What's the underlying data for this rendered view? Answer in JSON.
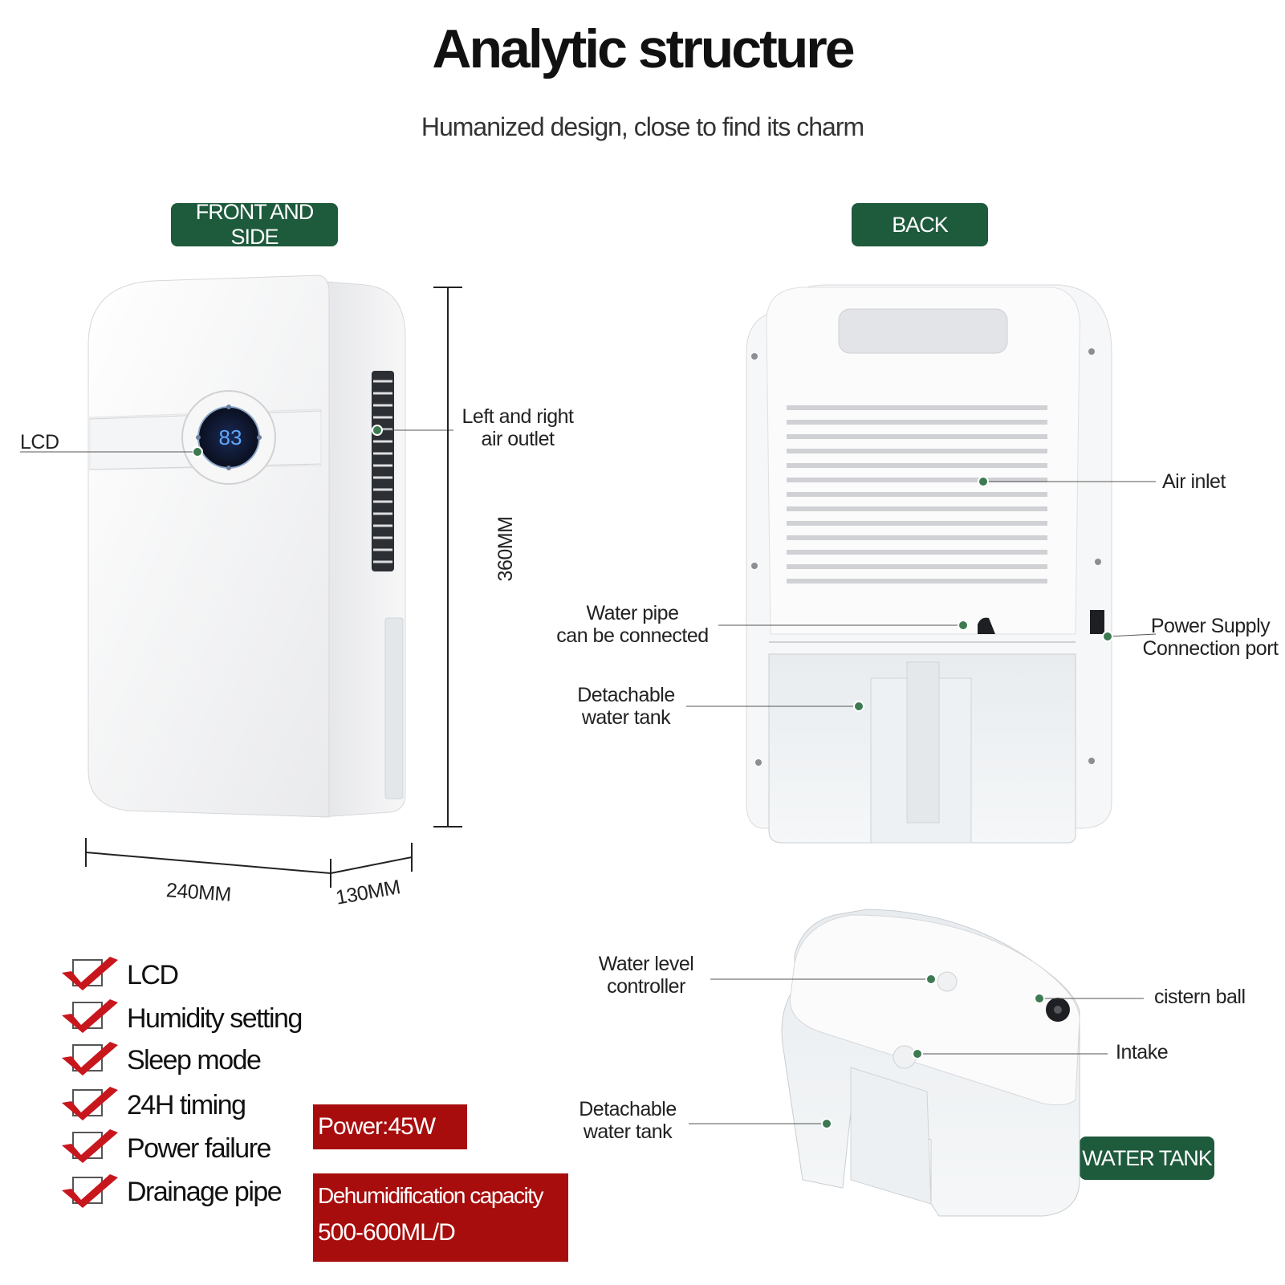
{
  "header": {
    "title": "Analytic structure",
    "subtitle": "Humanized design, close to find its charm"
  },
  "sections": {
    "front_side": "FRONT AND SIDE",
    "back": "BACK",
    "water_tank": "WATER TANK"
  },
  "front_labels": {
    "lcd": "LCD",
    "air_outlet_line1": "Left and right",
    "air_outlet_line2": "air outlet",
    "height": "360MM",
    "width": "240MM",
    "depth": "130MM",
    "display_value": "83"
  },
  "back_labels": {
    "air_inlet": "Air inlet",
    "water_pipe_line1": "Water pipe",
    "water_pipe_line2": "can be connected",
    "power_line1": "Power Supply",
    "power_line2": "Connection port",
    "tank_line1": "Detachable",
    "tank_line2": "water tank"
  },
  "tank_labels": {
    "level_line1": "Water level",
    "level_line2": "controller",
    "cistern_ball": "cistern ball",
    "intake": "Intake",
    "tank_line1": "Detachable",
    "tank_line2": "water tank"
  },
  "features": [
    "LCD",
    "Humidity setting",
    "Sleep mode",
    "24H timing",
    "Power failure",
    "Drainage pipe"
  ],
  "specs": {
    "power": "Power:45W",
    "capacity_label": "Dehumidification capacity",
    "capacity_value": "500-600ML/D"
  },
  "colors": {
    "accent_green": "#1e5a3c",
    "spec_red": "#a80d0d",
    "check_red": "#c8161d",
    "marker_green": "#3d7a52"
  }
}
